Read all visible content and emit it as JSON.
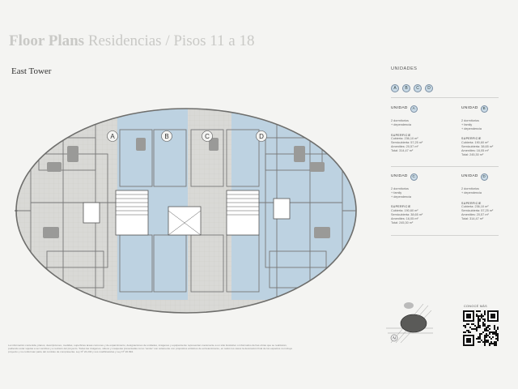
{
  "header": {
    "title_bold": "Floor Plans",
    "title_rest": "Residencias / Pisos 11 a 18"
  },
  "tower": "East Tower",
  "plan": {
    "unit_markers": [
      "A",
      "B",
      "C",
      "D"
    ]
  },
  "sidebar": {
    "unidades_label": "UNIDADES",
    "legend": [
      "A",
      "B",
      "C",
      "D"
    ],
    "units": [
      {
        "label": "UNIDAD",
        "letter": "A",
        "desc": [
          "2 dormitorios",
          "+ dependencia"
        ],
        "surface_label": "SUPERFICIE",
        "surface": [
          "Cubierta: 236,10 m²",
          "Semicubierta: 57,25 m²",
          "Amenities: 20,57 m²",
          "Total: 314,47 m²"
        ]
      },
      {
        "label": "UNIDAD",
        "letter": "B",
        "desc": [
          "2 dormitorios",
          "+ family",
          "+ dependencia"
        ],
        "surface_label": "SUPERFICIE",
        "surface": [
          "Cubierta: 190,60 m²",
          "Semicubierta: 38,65 m²",
          "Amenities: 16,05 m²",
          "Total: 245,30 m²"
        ]
      },
      {
        "label": "UNIDAD",
        "letter": "C",
        "desc": [
          "2 dormitorios",
          "+ family",
          "+ dependencia"
        ],
        "surface_label": "SUPERFICIE",
        "surface": [
          "Cubierta: 190,60 m²",
          "Semicubierta: 38,65 m²",
          "Amenities: 16,05 m²",
          "Total: 245,30 m²"
        ]
      },
      {
        "label": "UNIDAD",
        "letter": "D",
        "desc": [
          "2 dormitorios",
          "+ dependencia"
        ],
        "surface_label": "SUPERFICIE",
        "surface": [
          "Cubierta: 236,10 m²",
          "Semicubierta: 57,25 m²",
          "Amenities: 20,57 m²",
          "Total: 314,47 m²"
        ]
      }
    ]
  },
  "compass_label": "N",
  "qr_label": "CONOCÉ MÁS",
  "disclaimer": "La información contenida, planos, descripciones, medidas, superficies áreas comunes y de esparcimiento, designaciones de unidades, imágenes y equipamiento representan meramente a un sitio ilustrativo o informativo del las obras que se realizarán, pudiendo estar sujetas a ser cambios y a revisión del proyecto. Todas las imágenes, videos y maquetas presentadas como 'render' son solamente con propósitos artísticos de entretenimiento, en todos los casos la decoración final de los espacios no incluye proyecto y no conforman parte del contrato de compraventa. Ley Nº 24.240 y sus modificatorias y Ley Nº 26.994.",
  "colors": {
    "accent_blue": "#c9dae6",
    "wall": "#7d7d7d",
    "floor": "#d8d8d6"
  }
}
